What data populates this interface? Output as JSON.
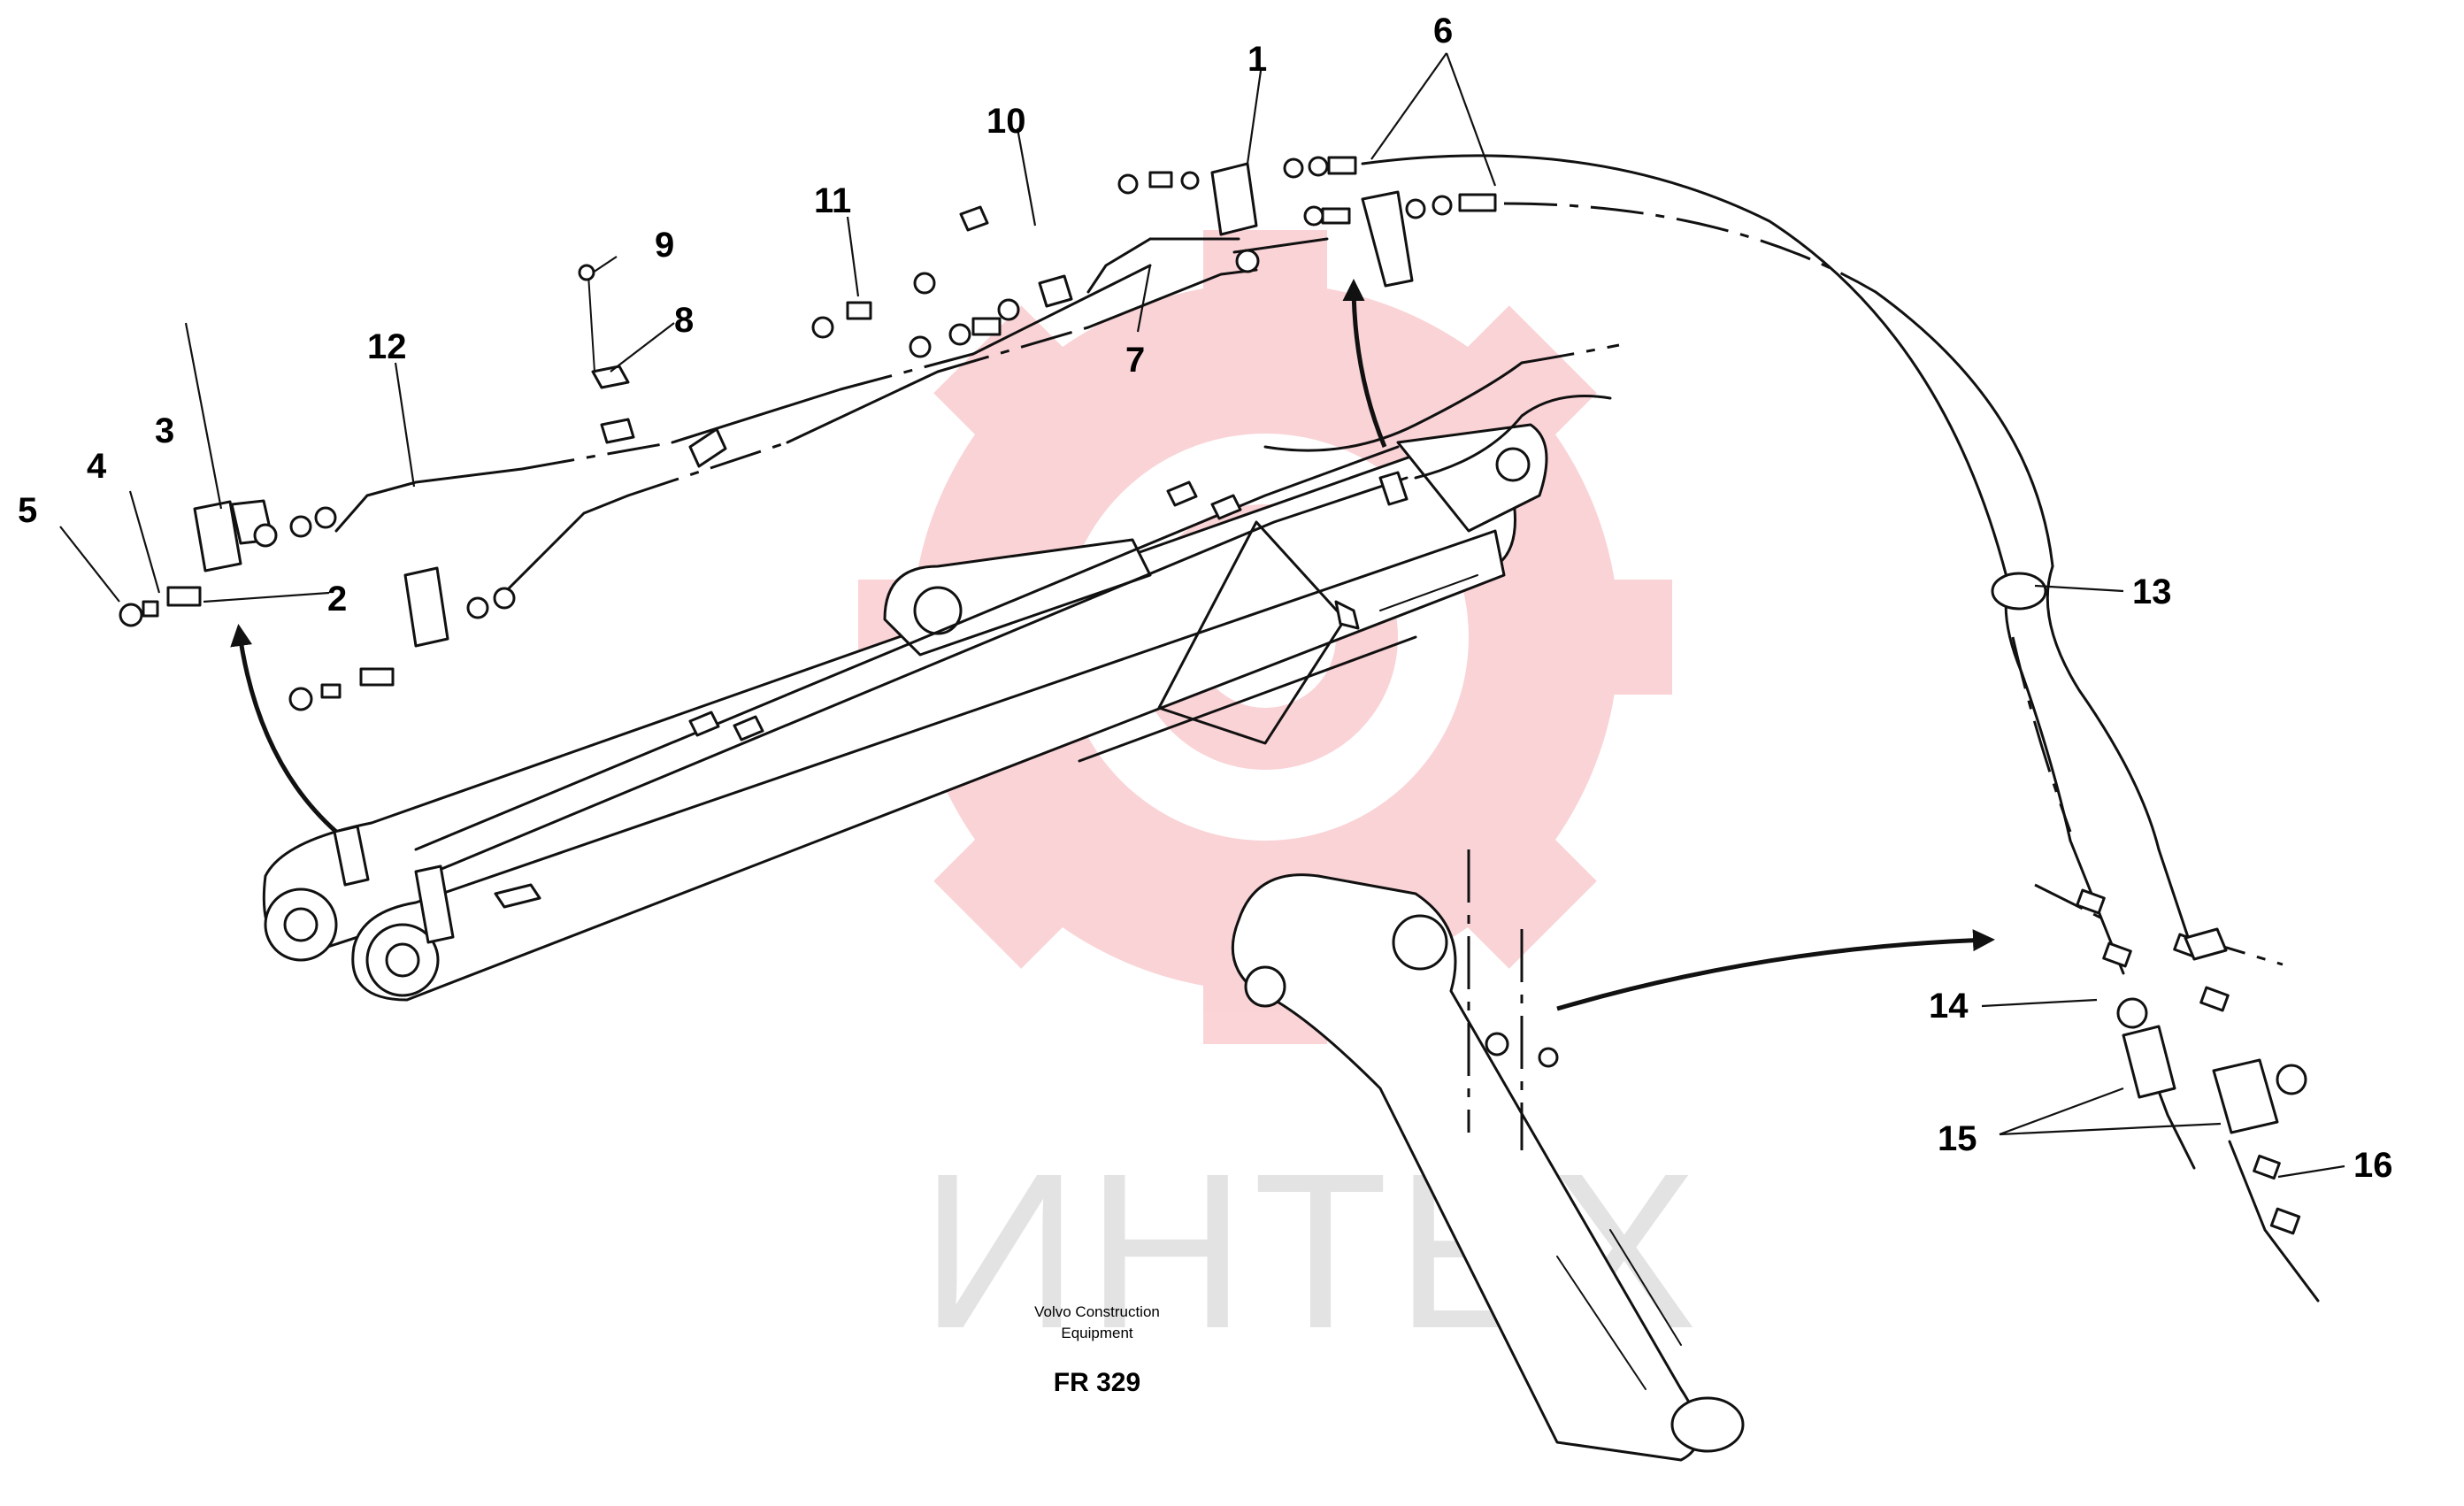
{
  "diagram": {
    "caption_line1": "Volvo Construction",
    "caption_line2": "Equipment",
    "drawing_code": "FR 329",
    "watermark_text": "ИНТЕХ",
    "watermark_color": "#f4a0a6",
    "callouts": [
      "1",
      "2",
      "3",
      "4",
      "5",
      "6",
      "7",
      "8",
      "9",
      "10",
      "11",
      "12",
      "13",
      "14",
      "15",
      "16"
    ]
  }
}
